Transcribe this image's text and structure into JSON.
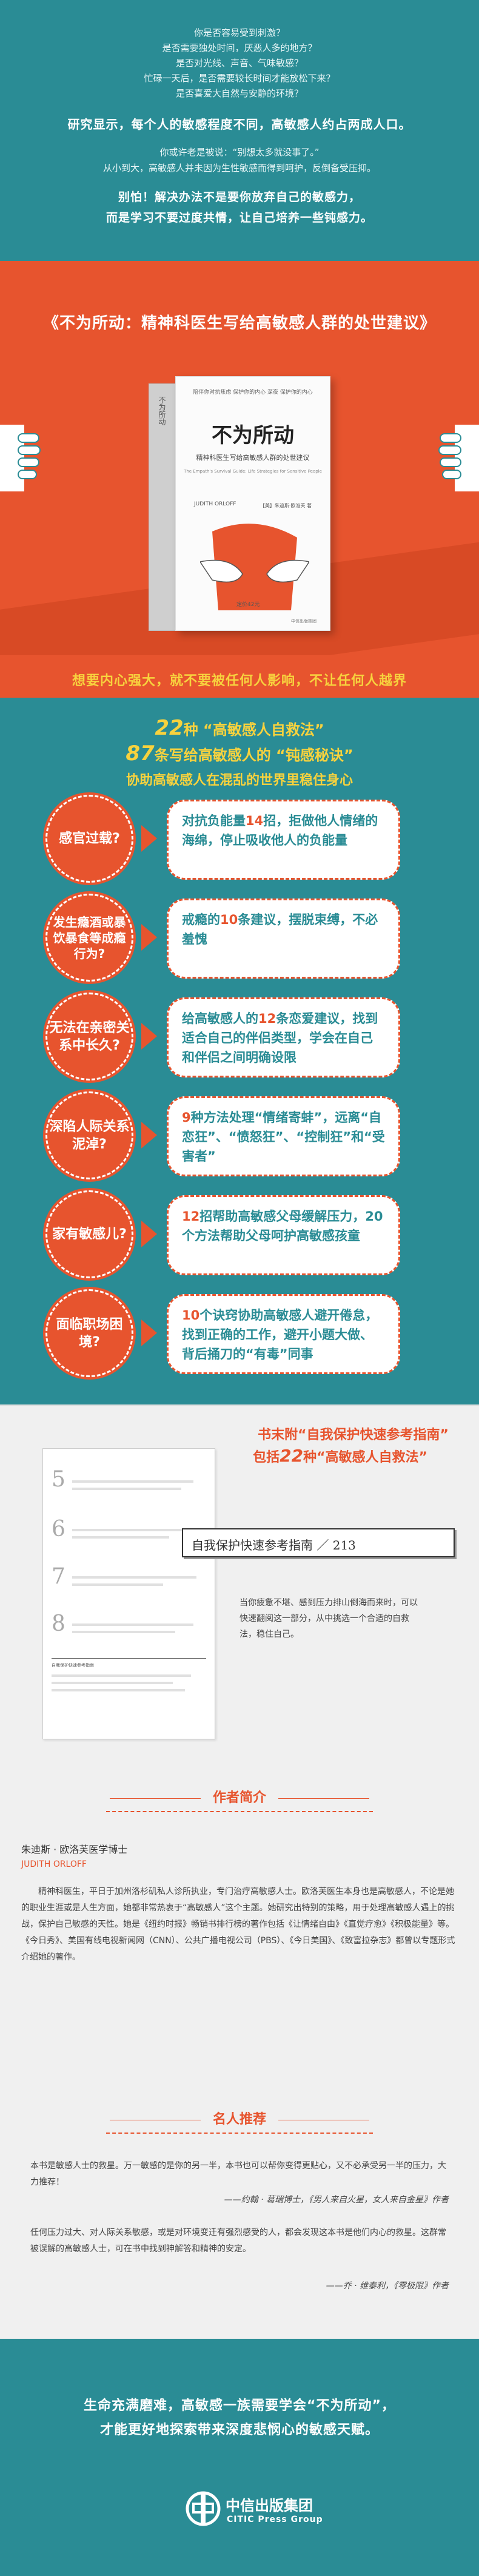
{
  "intro": {
    "questions": [
      "你是否容易受到刺激？",
      "是否需要独处时间，厌恶人多的地方？",
      "是否对光线、声音、气味敏感？",
      "忙碌一天后，是否需要较长时间才能放松下来？",
      "是否喜爱大自然与安静的环境？"
    ],
    "stat": "研究显示，每个人的敏感程度不同，高敏感人约占两成人口。",
    "paras": [
      "你或许老是被说：“别想太多就没事了。”",
      "从小到大，高敏感人并未因为生性敏感而得到呵护，反倒备受压抑。"
    ],
    "bold": [
      "别怕！解决办法不是要你放弃自己的敏感力，",
      "而是学习不要过度共情，让自己培养一些钝感力。"
    ]
  },
  "book": {
    "heading": "《不为所动：精神科医生写给高敏感人群的处世建议》",
    "spine": "不为所动",
    "cover_small": "陪伴你对抗焦虑 保护你的内心 深夜 保护你的内心",
    "cover_title": "不为所动",
    "cover_sub": "精神科医生写给高敏感人群的处世建议",
    "cover_en": "The Empath's Survival Guide: Life Strategies for Sensitive People",
    "cover_author": "JUDITH ORLOFF",
    "cover_translator": "【美】朱迪斯·欧洛芙 著",
    "cover_price": "定价42元",
    "cover_publisher": "中信出版集团"
  },
  "banner": {
    "l1": "想要内心强大，就不要被任何人影响，不让任何人越界",
    "l2_num": "22",
    "l2_text": "种 “高敏感人自救法”",
    "l3_num": "87",
    "l3_text": "条写给高敏感人的 “钝感秘诀”",
    "l4": "协助高敏感人在混乱的世界里稳住身心"
  },
  "qa": [
    {
      "q": "感官过载?",
      "pre": "对抗负能量",
      "num": "14",
      "post": "招，拒做他人情绪的海绵，停止吸收他人的负能量"
    },
    {
      "q": "发生瘾酒或暴饮暴食等成瘾行为?",
      "pre": "戒瘾的",
      "num": "10",
      "post": "条建议，摆脱束缚，不必羞愧"
    },
    {
      "q": "无法在亲密关系中长久?",
      "pre": "给高敏感人的",
      "num": "12",
      "post": "条恋爱建议，找到适合自己的伴侣类型，学会在自己和伴侣之间明确设限"
    },
    {
      "q": "深陷人际关系泥淖?",
      "pre": "",
      "num": "9",
      "post": "种方法处理“情绪寄蚌”，远离“自恋狂”、“愤怒狂”、“控制狂”和“受害者”"
    },
    {
      "q": "家有敏感儿?",
      "pre": "",
      "num": "12",
      "post": "招帮助高敏感父母缓解压力，20个方法帮助父母呵护高敏感孩童"
    },
    {
      "q": "面临职场困境?",
      "pre": "",
      "num": "10",
      "post": "个诀窍协助高敏感人避开倦怠，找到正确的工作，避开小题大做、背后捅刀的“有毒”同事"
    }
  ],
  "excerpt": {
    "h1": "书末附“自我保护快速参考指南”",
    "h2_pre": "包括",
    "h2_num": "22",
    "h2_post": "种“高敏感人自救法”",
    "tab": "自我保护快速参考指南 ／ 213",
    "desc": "当你疲惫不堪、感到压力排山倒海而来时，可以快速翻阅这一部分，从中挑选一个合适的自救法，稳住自己。",
    "card_nums": [
      "5",
      "6",
      "7",
      "8"
    ],
    "card_note": "自我保护快速参考指南"
  },
  "author": {
    "title": "作者简介",
    "name": "朱迪斯 · 欧洛芙医学博士",
    "ename": "JUDITH ORLOFF",
    "bio": "精神科医生，平日于加州洛杉矶私人诊所执业，专门治疗高敏感人士。欧洛芙医生本身也是高敏感人，不论是她的职业生涯或是人生方面，她都非常热衷于“高敏感人”这个主题。她研究出特别的策略，用于处理高敏感人遇上的挑战，保护自己敏感的天性。她是《纽约时报》畅销书排行榜的著作包括《让情绪自由》《直觉疗愈》《积极能量》等。《今日秀》、美国有线电视新闻网（CNN）、公共广播电视公司（PBS）、《今日美国》、《致富拉杂志》都曾以专题形式介绍她的著作。"
  },
  "rec": {
    "title": "名人推荐",
    "q1": "本书是敏感人士的救星。万一敏感的是你的另一半，本书也可以帮你变得更贴心，又不必承受另一半的压力，大力推荐！",
    "s1": "——约翰 · 葛瑞博士，《男人来自火星，女人来自金星》作者",
    "q2": "任何压力过大、对人际关系敏感，或是对环境变迁有强烈感受的人，都会发现这本书是他们内心的救星。这群常被误解的高敏感人士，可在书中找到神解答和精神的安定。",
    "s2": "——乔 · 维泰利，《零极限》作者"
  },
  "footer": {
    "t1": "生命充满磨难，高敏感一族需要学会“不为所动”，",
    "t2": "才能更好地探索带来深度悲悯心的敏感天赋。",
    "logo_cn": "中信出版集团",
    "logo_en": "CITIC Press Group"
  }
}
